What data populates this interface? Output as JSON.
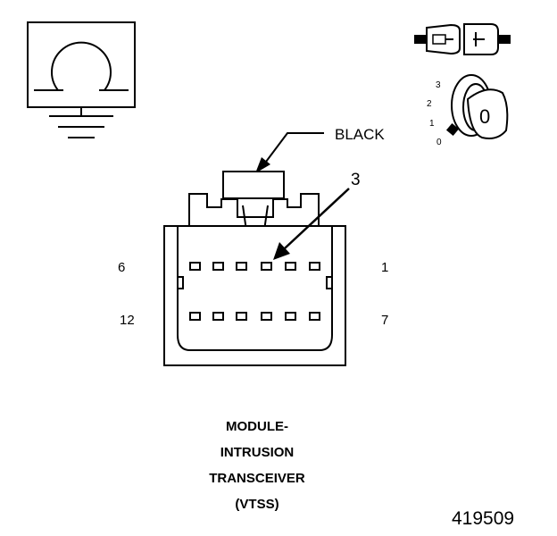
{
  "connector": {
    "color_label": "BLACK",
    "callout_pin": "3",
    "pin_labels": {
      "top_left": "6",
      "top_right": "1",
      "bottom_left": "12",
      "bottom_right": "7"
    }
  },
  "ignition_switch": {
    "positions": [
      "3",
      "2",
      "1",
      "0"
    ],
    "key_label": "0"
  },
  "title_lines": [
    "MODULE-",
    "INTRUSION",
    "TRANSCEIVER",
    "(VTSS)"
  ],
  "figure_number": "419509",
  "icons": {
    "ground": "ground-symbol-icon",
    "connector": "connector-halves-icon",
    "key": "ignition-key-icon"
  }
}
